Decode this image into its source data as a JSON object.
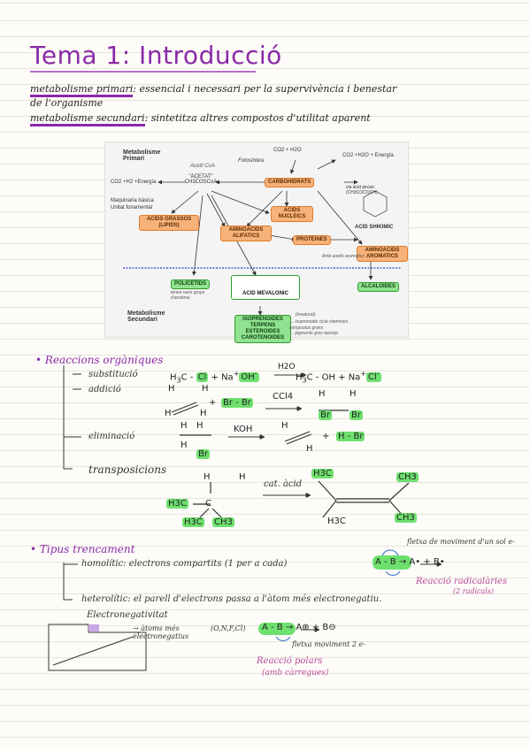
{
  "title": "Tema 1: Introducció",
  "definitions": {
    "primary_term": "metabolisme primari",
    "primary_text": ": essencial i necessari per la supervivència i benestar",
    "primary_text2": "de l'organisme",
    "secondary_term": "metabolisme secundari",
    "secondary_text": ": sintetitza altres compostos d'utilitat aparent"
  },
  "figure": {
    "primary_label": "Metabolisme Primari",
    "secondary_label": "Metabolisme Secundari",
    "photosynthesis": "Fotosíntesi",
    "co2_h2o": "CO2 + H2O",
    "energia_right": "CO2 +H2O + Energía",
    "energia_left": "CO2 +H2 +Energía",
    "maquinaria": "Maquinaria básica",
    "unitat": "Unitat fonamental",
    "acetil": "Acetil CoA",
    "acetat": "\"ACETAT\" CH3COSCoA",
    "carbohidrats": "CARBOHIDRATS",
    "piruvic": "via àcid pirúvic (CH3COCOOH)",
    "shikimic": "ACID SHIKIMIC",
    "acids_grassos": "ACIDS GRASSOS (LIPIDS)",
    "acids_nucleics": "ACIDS NUCLEICS",
    "aminoacids_alif": "AMINOACIDS ALIFATICS",
    "proteines": "PROTEINES",
    "aminoacids_arom": "AMINOACIDS AROMATICS",
    "amb_anells": "Amb anells aromàtics",
    "policetids": "POLICETIDS",
    "policetids_note": "tenen varis grups d'acetona",
    "mevalonic": "ACID MEVALONIC",
    "alcaloides": "ALCALOIDES",
    "isoprenoides": "ISOPRENOIDES TERPENS ESTEROIDES CAROTENOIDES",
    "note1": "(insaturat)",
    "note2": "→ isoprenoide cicle vitamines",
    "note3": "compostos grans",
    "note4": "→ pigments groc-taronja"
  },
  "reactions": {
    "header": "Reaccions orgàniques",
    "substitucio": "substitució",
    "addicio": "addició",
    "eliminacio": "eliminació",
    "transposicions": "transposicions",
    "subs_eq": "H3C - Cl + Na+ OH- → H3C - OH + Na+ Cl-",
    "subs_reagent": "H2O",
    "add_reagent": "CCl4",
    "add_br": "Br - Br",
    "elim_reagent": "KOH",
    "elim_hbr": "H - Br",
    "trans_reagent": "cat. àcid",
    "h3c": "H3C",
    "ch3": "CH3",
    "h": "H",
    "br": "Br",
    "c": "C"
  },
  "trencament": {
    "header": "Tipus trencament",
    "homolitic": "homolític: electrons compartits (1 per a cada)",
    "heterolitic": "heterolític: el parell d'electrons passa a l'àtom més electronegatiu.",
    "fletxa1": "fletxa de moviment d'un sol e-",
    "reaccio_rad": "Reacció radicalàries",
    "dos_rad": "(2 radicals)",
    "electroneg": "Electronegativitat",
    "atoms": "→ àtoms més electronegatius",
    "onfcl": "(O,N,F,Cl)",
    "fletxa2": "fletxa moviment 2 e-",
    "reaccio_pol": "Reacció polars",
    "carregues": "(amb càrregues)",
    "eq_hom": "A - B → A• + B•",
    "eq_het": "A - B → A⊕ + B⊖"
  }
}
